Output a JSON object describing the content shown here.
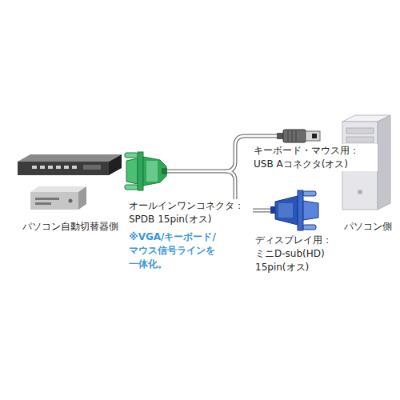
{
  "diagram": {
    "labels": [
      "パソコン自動切替器側",
      "オールインワンコネクタ： SPDB 15pin(オス)",
      "※VGA/キーボード/ マウス信号ラインを 一体化。",
      "キーボード・マウス用： USB Aコネクタ(オス)",
      "ディスプレイ用： ミニD-sub(HD) 15pin(オス)",
      "パソコン側"
    ]
  }
}
